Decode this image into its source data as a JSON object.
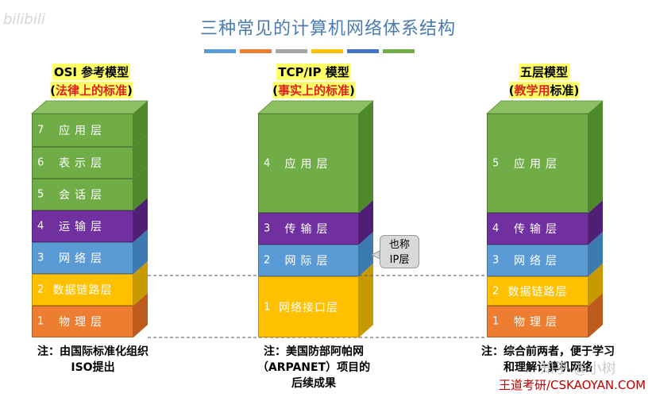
{
  "watermark": "bilibili",
  "title": "三种常见的计算机网络体系结构",
  "divider_colors": [
    "#5b9bd5",
    "#ed7d31",
    "#a5a5a5",
    "#ffc000",
    "#4472c4",
    "#70ad47"
  ],
  "layer_colors": {
    "green": "#70ad47",
    "purple": "#7030a0",
    "blue": "#5b9bd5",
    "yellow": "#ffc000",
    "orange": "#ed7d31"
  },
  "osi": {
    "title": "OSI 参考模型",
    "subtitle_open": "(",
    "subtitle_em": "法律上的标准",
    "subtitle_close": ")",
    "layers": [
      {
        "num": "7",
        "name": "应用层"
      },
      {
        "num": "6",
        "name": "表示层"
      },
      {
        "num": "5",
        "name": "会话层"
      },
      {
        "num": "4",
        "name": "运输层"
      },
      {
        "num": "3",
        "name": "网络层"
      },
      {
        "num": "2",
        "name": "数据链路层"
      },
      {
        "num": "1",
        "name": "物理层"
      }
    ],
    "note_line1": "注：由国际标准化组织",
    "note_line2": "ISO提出"
  },
  "tcpip": {
    "title": "TCP/IP 模型",
    "subtitle_open": "(",
    "subtitle_em": "事实上的标准",
    "subtitle_close": ")",
    "layers": [
      {
        "num": "4",
        "name": "应用层"
      },
      {
        "num": "3",
        "name": "传输层"
      },
      {
        "num": "2",
        "name": "网际层"
      },
      {
        "num": "1",
        "name": "网络接口层"
      }
    ],
    "callout_line1": "也称",
    "callout_line2": "IP层",
    "note_line1": "注：美国防部阿帕网",
    "note_line2": "（ARPANET）项目的",
    "note_line3": "后续成果"
  },
  "five": {
    "title": "五层模型",
    "subtitle_open": "(",
    "subtitle_em": "教学用",
    "subtitle_rest": "标准",
    "subtitle_close": ")",
    "layers": [
      {
        "num": "5",
        "name": "应用层"
      },
      {
        "num": "4",
        "name": "传输层"
      },
      {
        "num": "3",
        "name": "网络层"
      },
      {
        "num": "2",
        "name": "数据链路层"
      },
      {
        "num": "1",
        "name": "物理层"
      }
    ],
    "note_line1": "注：综合前两者，便于学习",
    "note_line2": "和理解计算机网络"
  },
  "zhihu_watermark": "知乎 @小树",
  "site": "王道考研/CSKAOYAN.COM"
}
